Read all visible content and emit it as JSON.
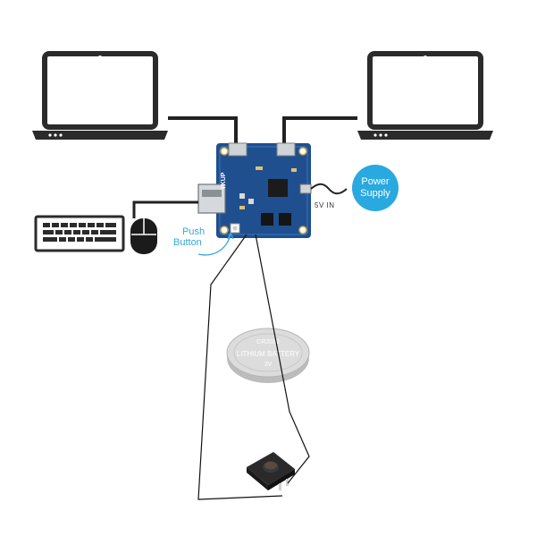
{
  "labels": {
    "power_supply_line1": "Power",
    "power_supply_line2": "Supply",
    "voltage_in": "5V IN",
    "push_button_line1": "Push",
    "push_button_line2": "Button",
    "board_brand": "YKUP",
    "battery_top_text": "CR2032",
    "battery_middle_text": "LITHIUM BATTERY",
    "battery_bottom_text": "3V"
  },
  "colors": {
    "board": "#1f4f8f",
    "power_supply_circle": "#29a9df",
    "push_button_label": "#3aa7d8",
    "laptop_outline": "#2a2a2a",
    "battery": "#d3d3d3",
    "wire": "#111111"
  },
  "icons": [
    "laptop-icon",
    "keyboard-icon",
    "mouse-icon",
    "coin-battery-icon",
    "tactile-switch-icon"
  ]
}
